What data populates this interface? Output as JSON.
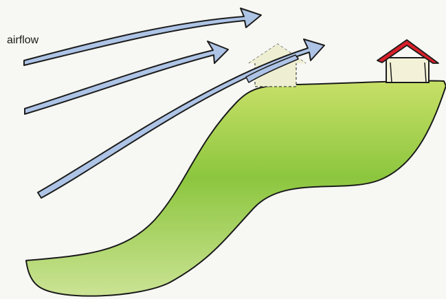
{
  "diagram": {
    "label": "airflow",
    "colors": {
      "background": "#f7f7f3",
      "arrow_fill": "#aec4e6",
      "arrow_outline": "#1c1c1c",
      "hill_top": "#c8e068",
      "hill_mid": "#8cc63e",
      "hill_bottom": "#cbe394",
      "house_wall": "#f3f1d7",
      "ghost_house_wall": "#eeeed2",
      "roof": "#d8202a",
      "outline": "#1a1a1a"
    },
    "icons": [
      "airflow-arrow",
      "hill",
      "house",
      "ghost-house"
    ]
  }
}
